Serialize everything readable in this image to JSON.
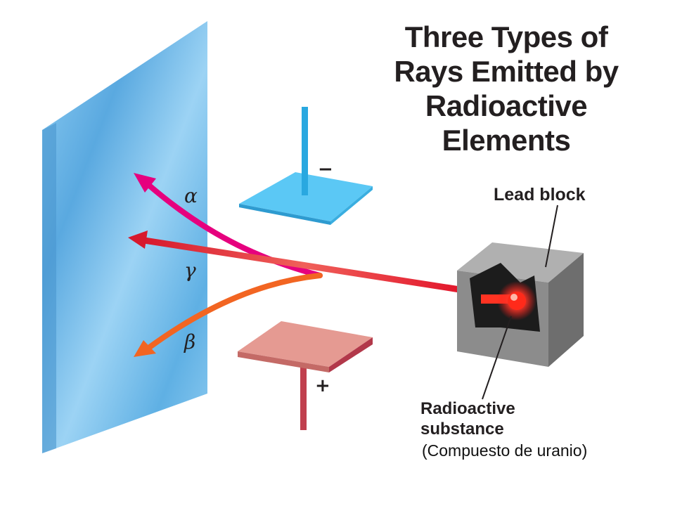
{
  "title": {
    "lines": [
      "Three Types of",
      "Rays Emitted by",
      "Radioactive",
      "Elements"
    ]
  },
  "labels": {
    "lead_block": "Lead block",
    "substance_lines": [
      "Radioactive",
      "substance"
    ],
    "compound": "(Compuesto de uranio)"
  },
  "rays": {
    "alpha": {
      "symbol": "α",
      "color": "#e6007e"
    },
    "gamma": {
      "symbol": "γ",
      "color": "#d7192d"
    },
    "beta": {
      "symbol": "β",
      "color": "#f26522"
    }
  },
  "plates": {
    "negative": {
      "sign": "−",
      "color": "#5bc8f5"
    },
    "positive": {
      "sign": "+",
      "color": "#e59a92"
    }
  },
  "colors": {
    "screen": "#6fb9e8",
    "lead": "#8c8c8c",
    "source": "#ff1a1a"
  }
}
